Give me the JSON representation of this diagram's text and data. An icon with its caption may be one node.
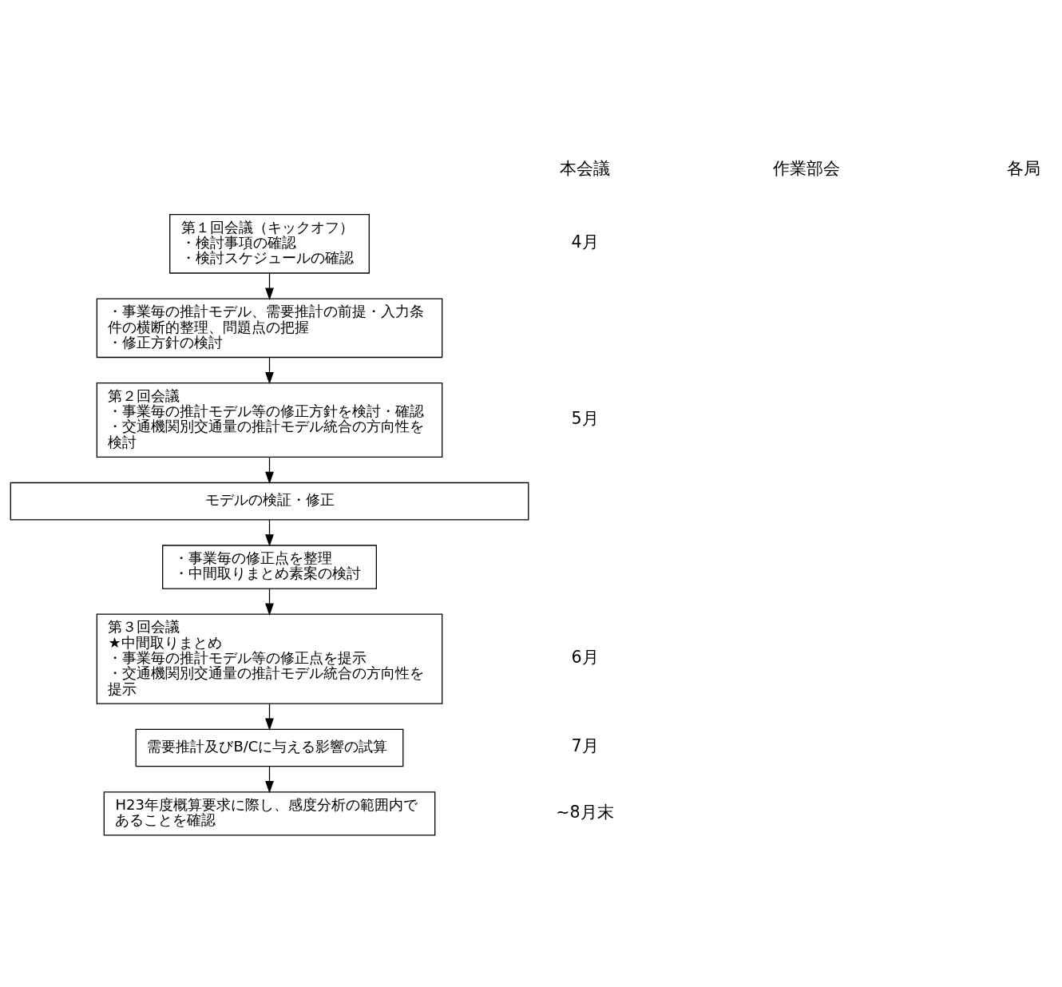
{
  "diagram": {
    "nodes": [
      {
        "text": [
          "第１回会議（キックオフ）",
          "・検討事項の確認",
          "・検討スケジュールの確認"
        ]
      },
      {
        "text": [
          "・事業毎の推計モデル、需要推計の前提・入力条件の横断的整理、問題点の把握",
          "・修正方針の検討"
        ]
      },
      {
        "text": [
          "第２回会議",
          "・事業毎の推計モデル等の修正方針を検討・確認",
          "・交通機関別交通量の推計モデル統合の方向性を検討"
        ]
      },
      {
        "text": [
          "モデルの検証・修正"
        ]
      },
      {
        "text": [
          "・事業毎の修正点を整理",
          "・中間取りまとめ素案の検討"
        ]
      },
      {
        "text": [
          "第３回会議",
          "★中間取りまとめ",
          "・事業毎の推計モデル等の修正点を提示",
          "・交通機関別交通量の推計モデル統合の方向性を提示"
        ]
      },
      {
        "text": [
          "需要推計及びB/Cに与える影響の試算"
        ]
      },
      {
        "text": [
          "H23年度概算要求に際し、感度分析の範囲内であることを確認"
        ]
      }
    ],
    "edges": [
      {
        "from": 0,
        "to": 1,
        "arrow": "to"
      },
      {
        "from": 1,
        "to": 2,
        "arrow": "to"
      },
      {
        "from": 2,
        "to": 3,
        "arrow": "to"
      },
      {
        "from": 3,
        "to": 4,
        "arrow": "to"
      },
      {
        "from": 4,
        "to": 5,
        "arrow": "to"
      },
      {
        "from": 5,
        "to": 6,
        "arrow": "to"
      },
      {
        "from": 6,
        "to": 7,
        "arrow": "to"
      }
    ],
    "labels": [
      "本会議",
      "作業部会",
      "各局",
      "4月",
      "5月",
      "6月",
      "7月",
      "~8月末"
    ]
  }
}
